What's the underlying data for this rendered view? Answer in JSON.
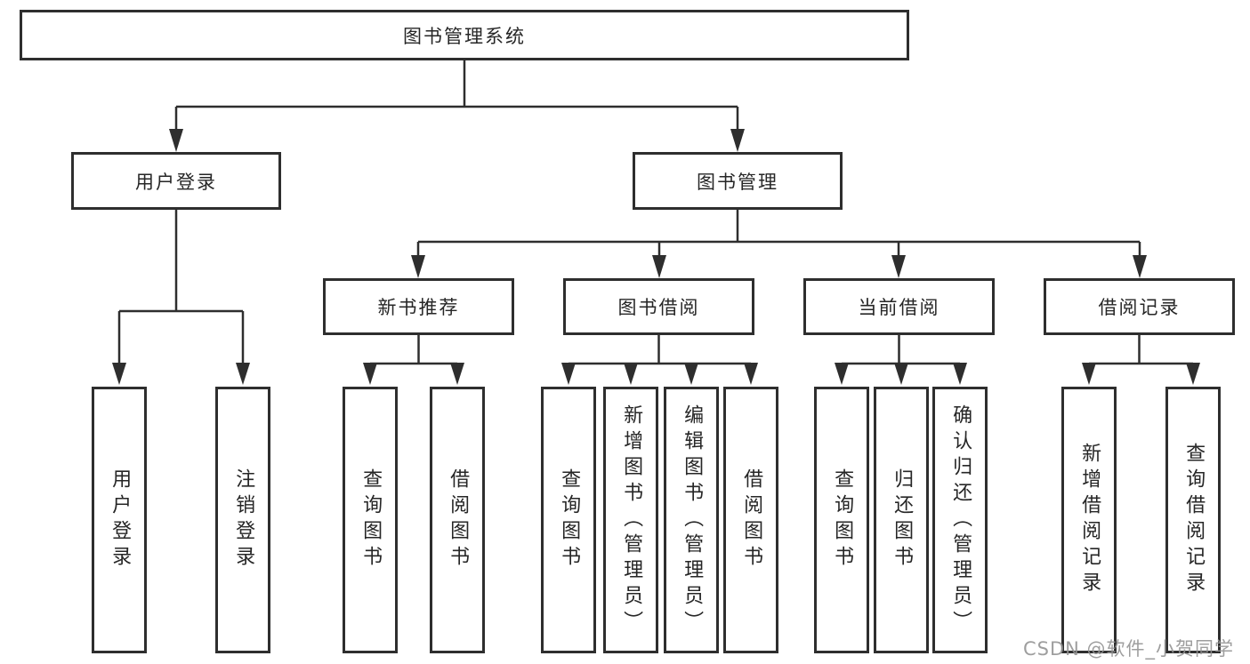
{
  "title": "图书管理系统",
  "branches": [
    {
      "label": "用户登录",
      "children": [
        {
          "label": "用户登录"
        },
        {
          "label": "注销登录"
        }
      ]
    },
    {
      "label": "图书管理",
      "groups": [
        {
          "label": "新书推荐",
          "children": [
            {
              "label": "查询图书"
            },
            {
              "label": "借阅图书"
            }
          ]
        },
        {
          "label": "图书借阅",
          "children": [
            {
              "label": "查询图书"
            },
            {
              "label": "新增图书（管理员）"
            },
            {
              "label": "编辑图书（管理员）"
            },
            {
              "label": "借阅图书"
            }
          ]
        },
        {
          "label": "当前借阅",
          "children": [
            {
              "label": "查询图书"
            },
            {
              "label": "归还图书"
            },
            {
              "label": "确认归还（管理员）"
            }
          ]
        },
        {
          "label": "借阅记录",
          "children": [
            {
              "label": "新增借阅记录"
            },
            {
              "label": "查询借阅记录"
            }
          ]
        }
      ]
    }
  ],
  "watermark": "CSDN @软件_小贺同学",
  "colors": {
    "line": "#2e2e2e",
    "box_border": "#2e2e2e",
    "box_background": "#ffffff",
    "text": "#262626",
    "watermark": "#949494"
  }
}
